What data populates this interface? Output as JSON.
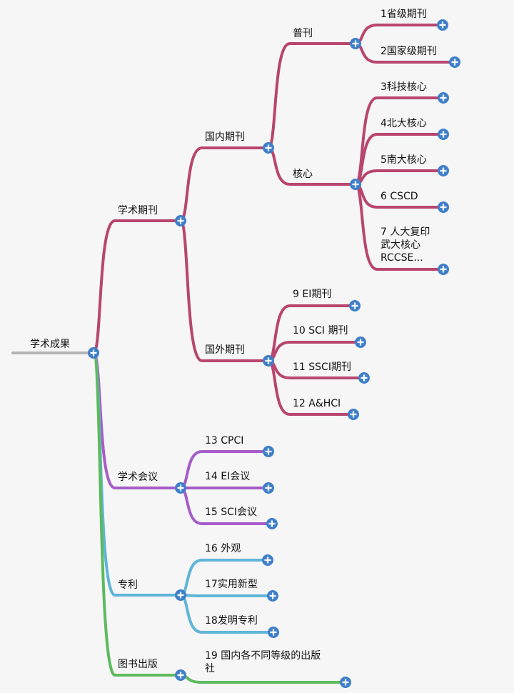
{
  "colors": {
    "root_line": "#b3b3b3",
    "journals": "#b8466e",
    "conferences": "#a65dc9",
    "patents": "#5fb5d8",
    "books": "#5dba5d",
    "node_fill": "#3f7fc9",
    "plus": "#ffffff"
  },
  "nodes": {
    "root": {
      "label": [
        "学术成果"
      ]
    },
    "journals": {
      "label": [
        "学术期刊"
      ]
    },
    "conferences": {
      "label": [
        "学术会议"
      ]
    },
    "patents": {
      "label": [
        "专利"
      ]
    },
    "books": {
      "label": [
        "图书出版"
      ]
    },
    "domestic": {
      "label": [
        "国内期刊"
      ]
    },
    "foreign": {
      "label": [
        "国外期刊"
      ]
    },
    "general": {
      "label": [
        "普刊"
      ]
    },
    "core": {
      "label": [
        "核心"
      ]
    },
    "n1": {
      "label": [
        "1省级期刊"
      ]
    },
    "n2": {
      "label": [
        "2国家级期刊"
      ]
    },
    "n3": {
      "label": [
        "3科技核心"
      ]
    },
    "n4": {
      "label": [
        "4北大核心"
      ]
    },
    "n5": {
      "label": [
        "5南大核心"
      ]
    },
    "n6": {
      "label": [
        "6 CSCD"
      ]
    },
    "n7": {
      "label": [
        "7 人大复印",
        "武大核心",
        "RCCSE..."
      ]
    },
    "n9": {
      "label": [
        "9 EI期刊"
      ]
    },
    "n10": {
      "label": [
        "10 SCI 期刊"
      ]
    },
    "n11": {
      "label": [
        "11 SSCI期刊"
      ]
    },
    "n12": {
      "label": [
        "12 A&HCI"
      ]
    },
    "n13": {
      "label": [
        "13 CPCI"
      ]
    },
    "n14": {
      "label": [
        "14 EI会议"
      ]
    },
    "n15": {
      "label": [
        "15 SCI会议"
      ]
    },
    "n16": {
      "label": [
        "16 外观"
      ]
    },
    "n17": {
      "label": [
        "17实用新型"
      ]
    },
    "n18": {
      "label": [
        "18发明专利"
      ]
    },
    "n19": {
      "label": [
        "19 国内各不同等级的出版",
        "社"
      ]
    }
  }
}
